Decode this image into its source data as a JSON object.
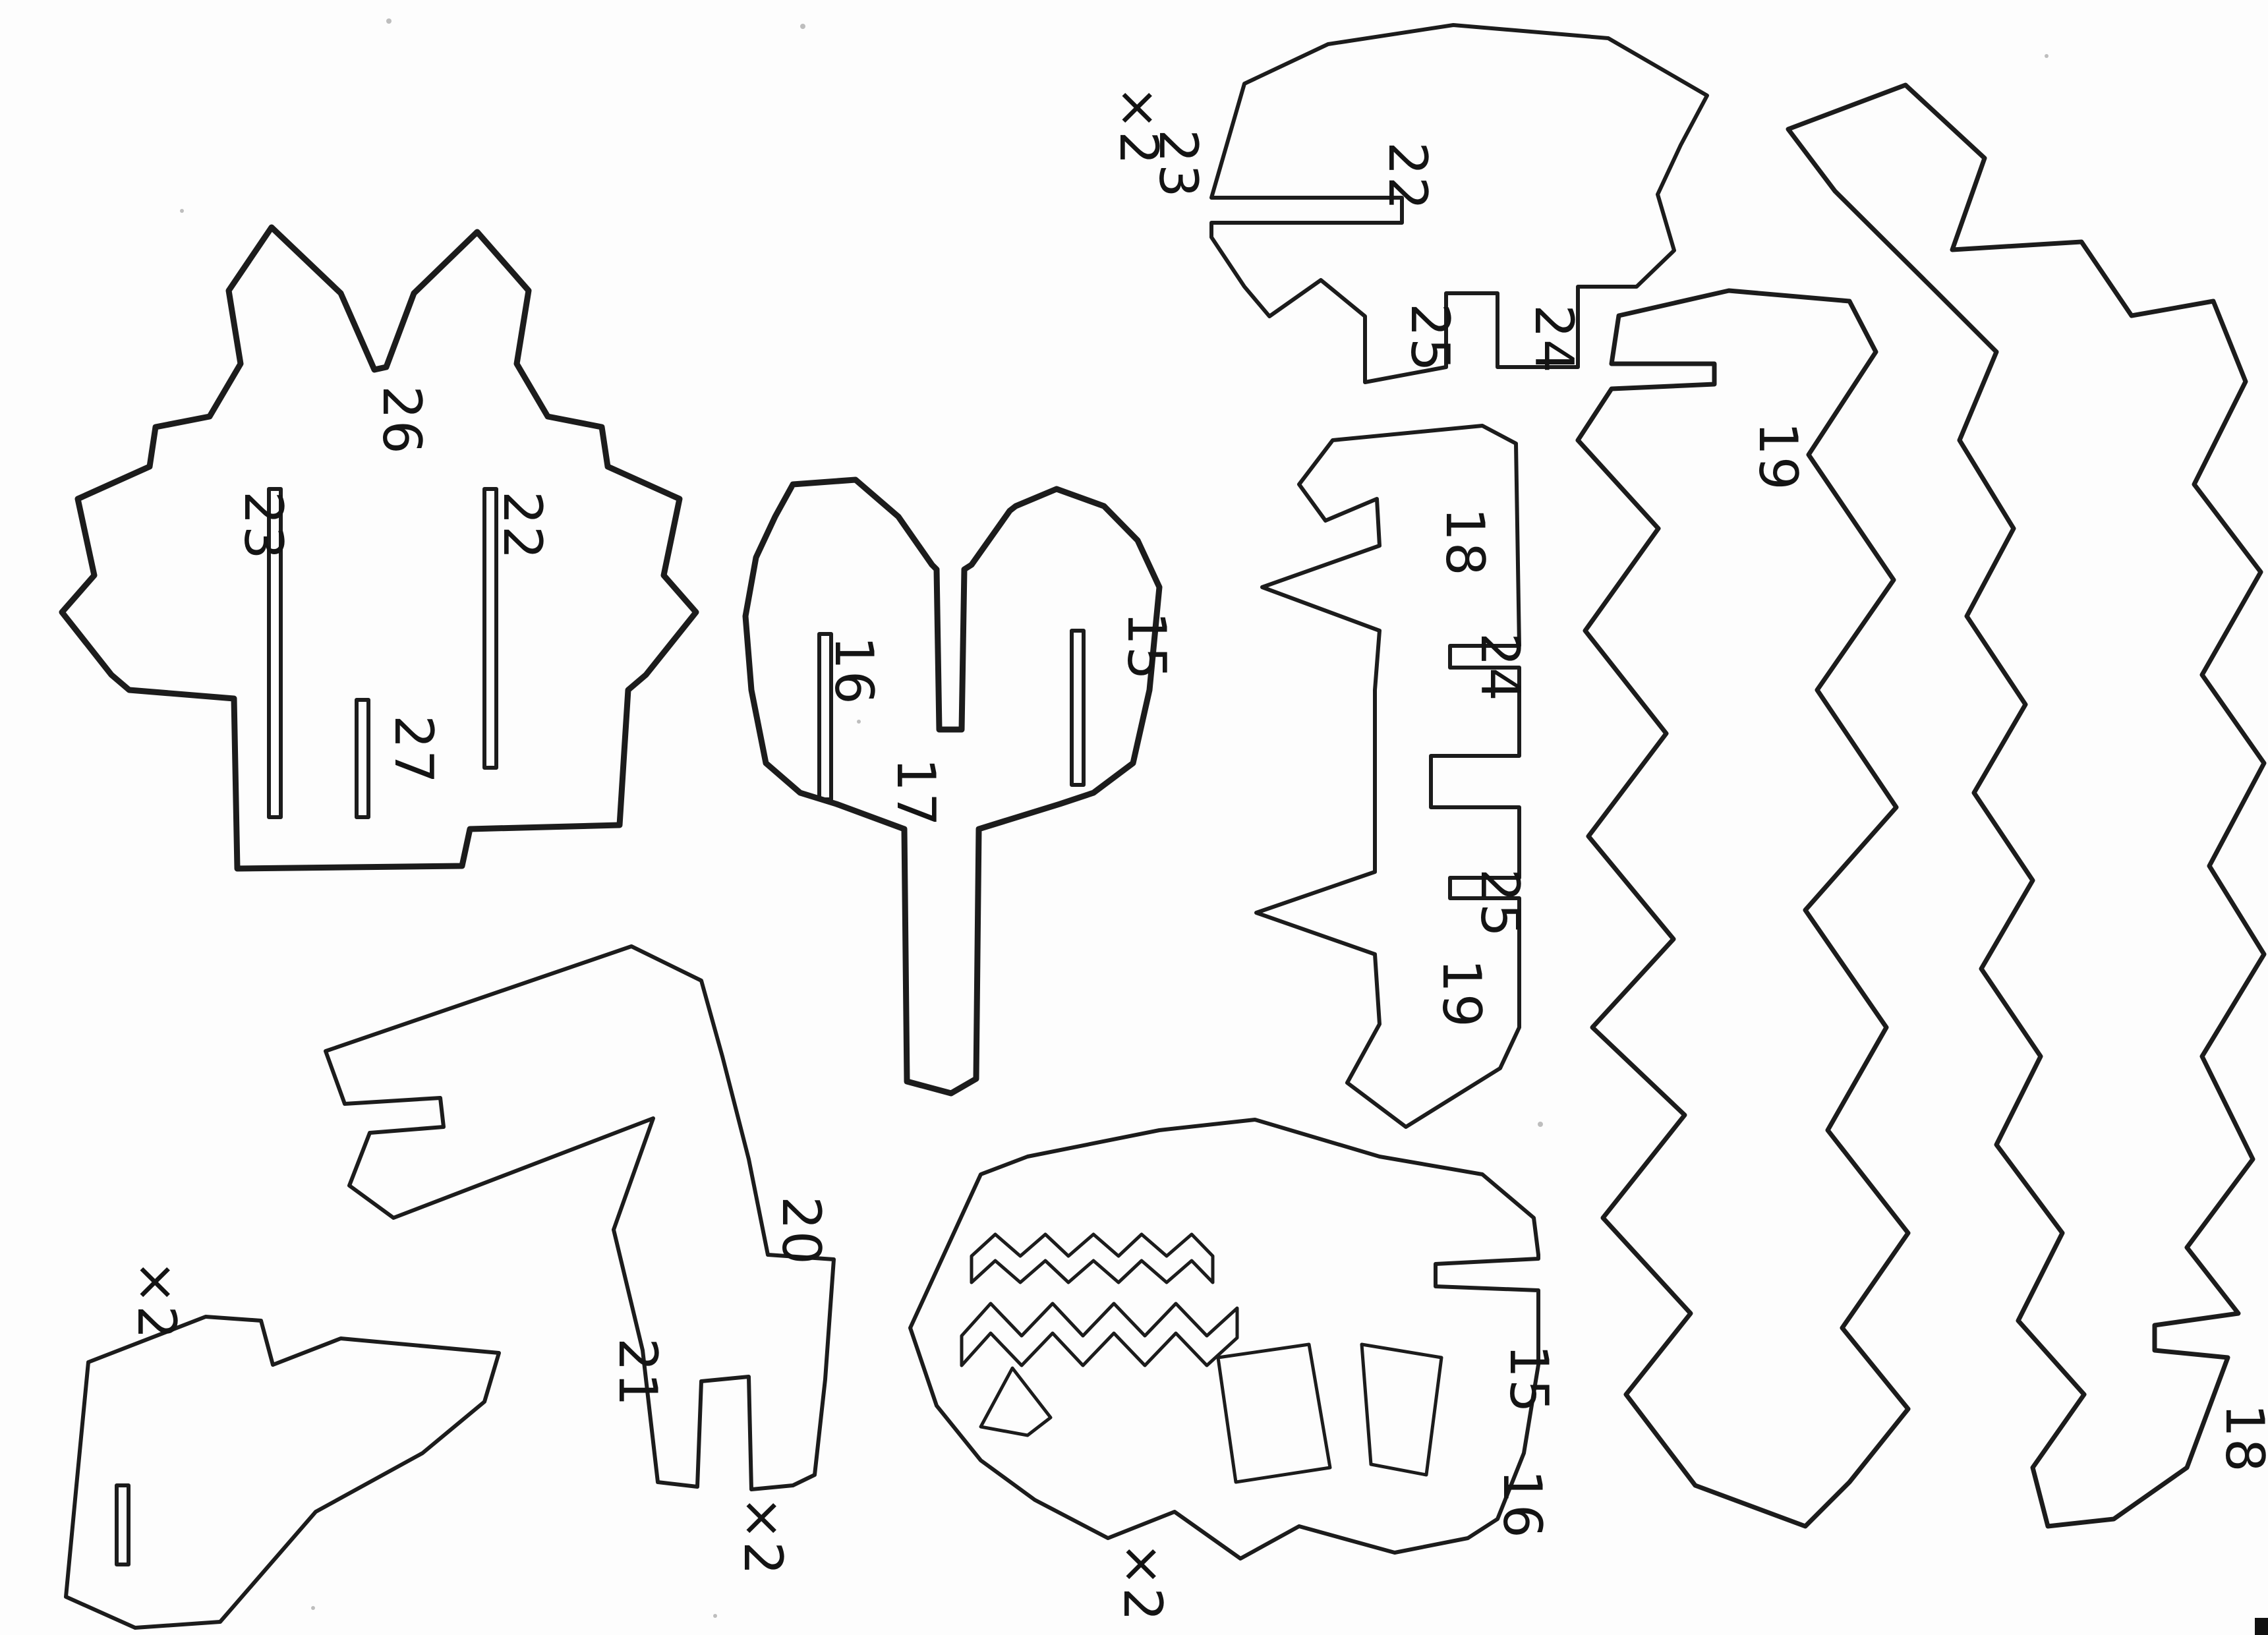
{
  "sheet": {
    "kind": "scanned pattern sheet with numbered template pieces",
    "paper_color": "#fdfdfd",
    "ink_color": "#1c1c1c"
  },
  "pieces": [
    {
      "name": "piece-top-left",
      "piece_numbers": [
        "26",
        "23",
        "22",
        "27"
      ]
    },
    {
      "name": "piece-center",
      "piece_numbers": [
        "16",
        "15",
        "17"
      ]
    },
    {
      "name": "piece-top",
      "piece_numbers": [
        "23",
        "22",
        "25",
        "24"
      ],
      "quantity": "×2"
    },
    {
      "name": "strip-center-right",
      "piece_numbers": [
        "19"
      ]
    },
    {
      "name": "strip-far-right",
      "piece_numbers": [
        "18"
      ]
    },
    {
      "name": "strip-middle",
      "piece_numbers": [
        "18",
        "24",
        "25",
        "19"
      ]
    },
    {
      "name": "piece-bottom-center",
      "piece_numbers": [
        "15",
        "16"
      ],
      "quantity": "×2"
    },
    {
      "name": "piece-zigzag-bottom-left",
      "piece_numbers": [
        "20",
        "21"
      ],
      "quantity": "×2"
    },
    {
      "name": "piece-far-bottom-left",
      "piece_numbers": [],
      "quantity": "×2"
    }
  ],
  "labels": [
    {
      "text": "26"
    },
    {
      "text": "23"
    },
    {
      "text": "22"
    },
    {
      "text": "27"
    },
    {
      "text": "16"
    },
    {
      "text": "15"
    },
    {
      "text": "17"
    },
    {
      "text": "×2"
    },
    {
      "text": "23"
    },
    {
      "text": "22"
    },
    {
      "text": "25"
    },
    {
      "text": "24"
    },
    {
      "text": "19"
    },
    {
      "text": "18"
    },
    {
      "text": "24"
    },
    {
      "text": "25"
    },
    {
      "text": "19"
    },
    {
      "text": "20"
    },
    {
      "text": "21"
    },
    {
      "text": "×2"
    },
    {
      "text": "15"
    },
    {
      "text": "16"
    },
    {
      "text": "×2"
    },
    {
      "text": "×2"
    },
    {
      "text": "18"
    }
  ]
}
